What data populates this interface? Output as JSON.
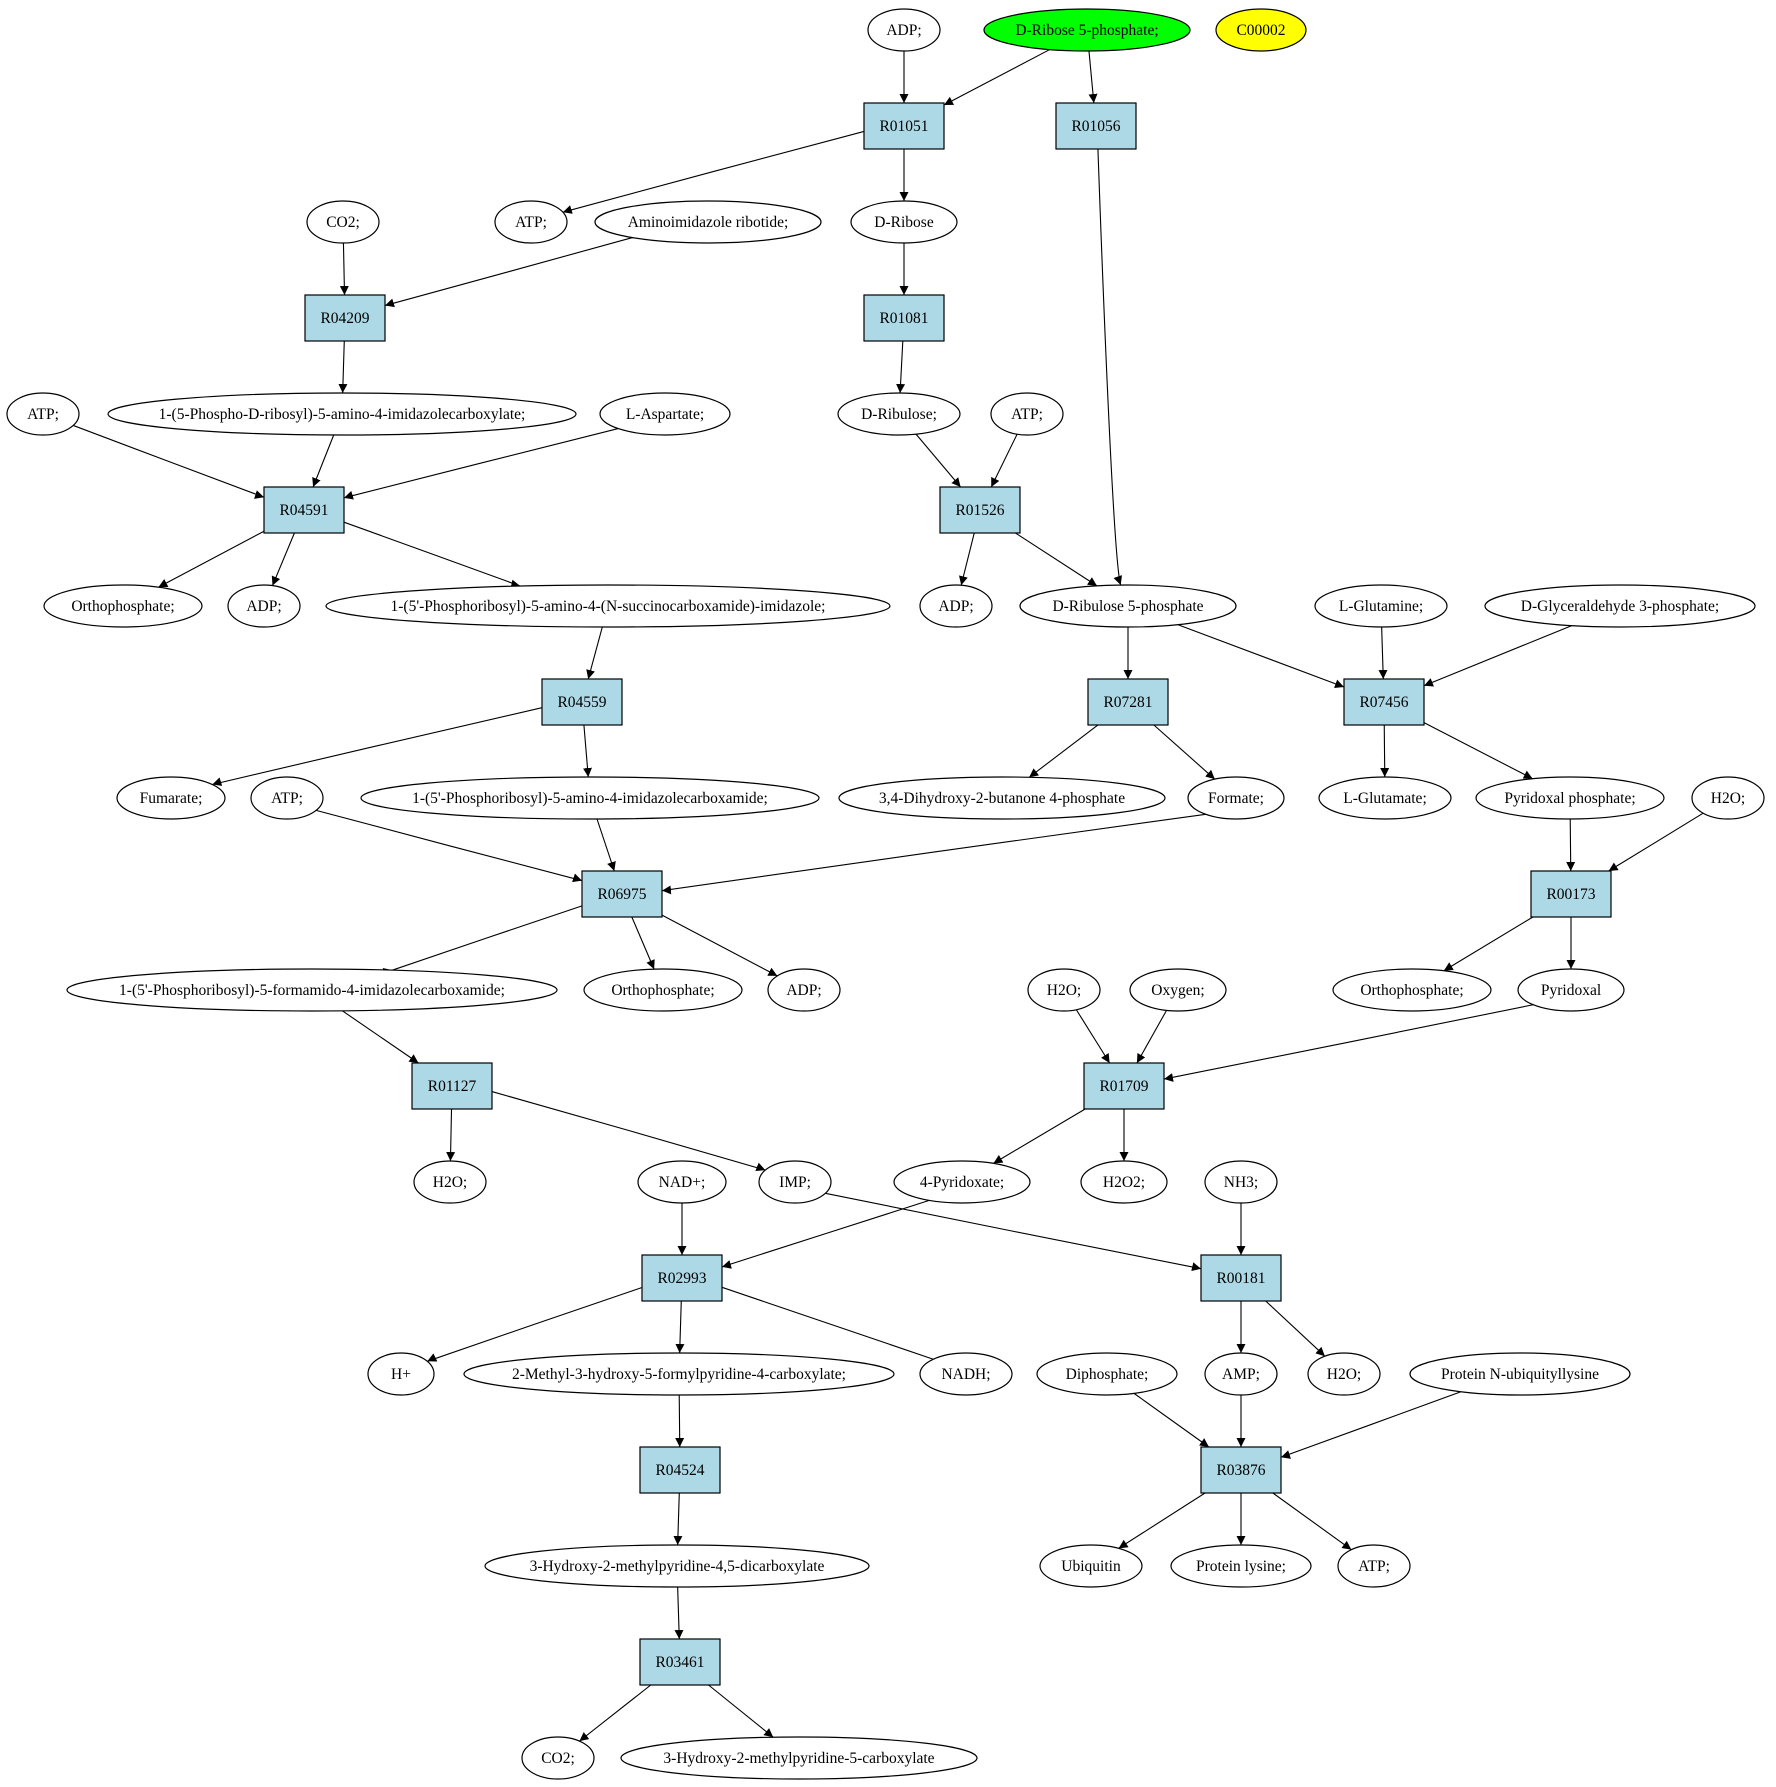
{
  "colors": {
    "reaction": "#add8e6",
    "compound": "#ffffff",
    "start": "#00ff00",
    "highlight": "#ffff00",
    "stroke": "#000000"
  },
  "nodes": [
    {
      "id": "adp_top",
      "label": "ADP;",
      "kind": "compound"
    },
    {
      "id": "dr5p",
      "label": "D-Ribose 5-phosphate;",
      "kind": "start"
    },
    {
      "id": "c00002",
      "label": "C00002",
      "kind": "highlight"
    },
    {
      "id": "R01051",
      "label": "R01051",
      "kind": "reaction"
    },
    {
      "id": "R01056",
      "label": "R01056",
      "kind": "reaction"
    },
    {
      "id": "co2_top",
      "label": "CO2;",
      "kind": "compound"
    },
    {
      "id": "atp_r01051",
      "label": "ATP;",
      "kind": "compound"
    },
    {
      "id": "air",
      "label": "Aminoimidazole ribotide;",
      "kind": "compound"
    },
    {
      "id": "dribose",
      "label": "D-Ribose",
      "kind": "compound"
    },
    {
      "id": "R04209",
      "label": "R04209",
      "kind": "reaction"
    },
    {
      "id": "R01081",
      "label": "R01081",
      "kind": "reaction"
    },
    {
      "id": "atp_left",
      "label": "ATP;",
      "kind": "compound"
    },
    {
      "id": "cair",
      "label": "1-(5-Phospho-D-ribosyl)-5-amino-4-imidazolecarboxylate;",
      "kind": "compound"
    },
    {
      "id": "laspartate",
      "label": "L-Aspartate;",
      "kind": "compound"
    },
    {
      "id": "dribulose",
      "label": "D-Ribulose;",
      "kind": "compound"
    },
    {
      "id": "atp_r01526",
      "label": "ATP;",
      "kind": "compound"
    },
    {
      "id": "R04591",
      "label": "R04591",
      "kind": "reaction"
    },
    {
      "id": "R01526",
      "label": "R01526",
      "kind": "reaction"
    },
    {
      "id": "pi_r04591",
      "label": "Orthophosphate;",
      "kind": "compound"
    },
    {
      "id": "adp_r04591",
      "label": "ADP;",
      "kind": "compound"
    },
    {
      "id": "saicar",
      "label": "1-(5'-Phosphoribosyl)-5-amino-4-(N-succinocarboxamide)-imidazole;",
      "kind": "compound"
    },
    {
      "id": "adp_r01526",
      "label": "ADP;",
      "kind": "compound"
    },
    {
      "id": "dru5p",
      "label": "D-Ribulose 5-phosphate",
      "kind": "compound"
    },
    {
      "id": "lglutamine",
      "label": "L-Glutamine;",
      "kind": "compound"
    },
    {
      "id": "g3p",
      "label": "D-Glyceraldehyde 3-phosphate;",
      "kind": "compound"
    },
    {
      "id": "R04559",
      "label": "R04559",
      "kind": "reaction"
    },
    {
      "id": "R07281",
      "label": "R07281",
      "kind": "reaction"
    },
    {
      "id": "R07456",
      "label": "R07456",
      "kind": "reaction"
    },
    {
      "id": "fumarate",
      "label": "Fumarate;",
      "kind": "compound"
    },
    {
      "id": "atp_r06975",
      "label": "ATP;",
      "kind": "compound"
    },
    {
      "id": "aicar",
      "label": "1-(5'-Phosphoribosyl)-5-amino-4-imidazolecarboxamide;",
      "kind": "compound"
    },
    {
      "id": "dhbp",
      "label": "3,4-Dihydroxy-2-butanone 4-phosphate",
      "kind": "compound"
    },
    {
      "id": "formate",
      "label": "Formate;",
      "kind": "compound"
    },
    {
      "id": "lglutamate",
      "label": "L-Glutamate;",
      "kind": "compound"
    },
    {
      "id": "plp",
      "label": "Pyridoxal phosphate;",
      "kind": "compound"
    },
    {
      "id": "h2o_r00173",
      "label": "H2O;",
      "kind": "compound"
    },
    {
      "id": "R06975",
      "label": "R06975",
      "kind": "reaction"
    },
    {
      "id": "R00173",
      "label": "R00173",
      "kind": "reaction"
    },
    {
      "id": "faicar",
      "label": "1-(5'-Phosphoribosyl)-5-formamido-4-imidazolecarboxamide;",
      "kind": "compound"
    },
    {
      "id": "pi_r06975",
      "label": "Orthophosphate;",
      "kind": "compound"
    },
    {
      "id": "adp_r06975",
      "label": "ADP;",
      "kind": "compound"
    },
    {
      "id": "h2o_r01709",
      "label": "H2O;",
      "kind": "compound"
    },
    {
      "id": "oxygen",
      "label": "Oxygen;",
      "kind": "compound"
    },
    {
      "id": "pi_r00173",
      "label": "Orthophosphate;",
      "kind": "compound"
    },
    {
      "id": "pyridoxal",
      "label": "Pyridoxal",
      "kind": "compound"
    },
    {
      "id": "R01127",
      "label": "R01127",
      "kind": "reaction"
    },
    {
      "id": "R01709",
      "label": "R01709",
      "kind": "reaction"
    },
    {
      "id": "h2o_r01127",
      "label": "H2O;",
      "kind": "compound"
    },
    {
      "id": "nadp",
      "label": "NAD+;",
      "kind": "compound"
    },
    {
      "id": "imp",
      "label": "IMP;",
      "kind": "compound"
    },
    {
      "id": "pyridoxate",
      "label": "4-Pyridoxate;",
      "kind": "compound"
    },
    {
      "id": "h2o2",
      "label": "H2O2;",
      "kind": "compound"
    },
    {
      "id": "nh3",
      "label": "NH3;",
      "kind": "compound"
    },
    {
      "id": "R02993",
      "label": "R02993",
      "kind": "reaction"
    },
    {
      "id": "R00181",
      "label": "R00181",
      "kind": "reaction"
    },
    {
      "id": "hplus",
      "label": "H+",
      "kind": "compound"
    },
    {
      "id": "mhfpc",
      "label": "2-Methyl-3-hydroxy-5-formylpyridine-4-carboxylate;",
      "kind": "compound"
    },
    {
      "id": "nadh",
      "label": "NADH;",
      "kind": "compound"
    },
    {
      "id": "diphosphate",
      "label": "Diphosphate;",
      "kind": "compound"
    },
    {
      "id": "amp",
      "label": "AMP;",
      "kind": "compound"
    },
    {
      "id": "h2o_r00181",
      "label": "H2O;",
      "kind": "compound"
    },
    {
      "id": "protubi",
      "label": "Protein N-ubiquityllysine",
      "kind": "compound"
    },
    {
      "id": "R04524",
      "label": "R04524",
      "kind": "reaction"
    },
    {
      "id": "R03876",
      "label": "R03876",
      "kind": "reaction"
    },
    {
      "id": "hmpdc",
      "label": "3-Hydroxy-2-methylpyridine-4,5-dicarboxylate",
      "kind": "compound"
    },
    {
      "id": "ubiquitin",
      "label": "Ubiquitin",
      "kind": "compound"
    },
    {
      "id": "proteinlys",
      "label": "Protein lysine;",
      "kind": "compound"
    },
    {
      "id": "atp_r03876",
      "label": "ATP;",
      "kind": "compound"
    },
    {
      "id": "R03461",
      "label": "R03461",
      "kind": "reaction"
    },
    {
      "id": "co2_bottom",
      "label": "CO2;",
      "kind": "compound"
    },
    {
      "id": "hmpc",
      "label": "3-Hydroxy-2-methylpyridine-5-carboxylate",
      "kind": "compound"
    }
  ],
  "edges": [
    [
      "adp_top",
      "R01051"
    ],
    [
      "dr5p",
      "R01051"
    ],
    [
      "dr5p",
      "R01056"
    ],
    [
      "R01051",
      "atp_r01051"
    ],
    [
      "R01051",
      "dribose"
    ],
    [
      "R01056",
      "dru5p"
    ],
    [
      "co2_top",
      "R04209"
    ],
    [
      "air",
      "R04209"
    ],
    [
      "dribose",
      "R01081"
    ],
    [
      "R04209",
      "cair"
    ],
    [
      "R01081",
      "dribulose"
    ],
    [
      "atp_left",
      "R04591"
    ],
    [
      "cair",
      "R04591"
    ],
    [
      "laspartate",
      "R04591"
    ],
    [
      "dribulose",
      "R01526"
    ],
    [
      "atp_r01526",
      "R01526"
    ],
    [
      "R04591",
      "pi_r04591"
    ],
    [
      "R04591",
      "adp_r04591"
    ],
    [
      "R04591",
      "saicar"
    ],
    [
      "R01526",
      "adp_r01526"
    ],
    [
      "R01526",
      "dru5p"
    ],
    [
      "saicar",
      "R04559"
    ],
    [
      "dru5p",
      "R07281"
    ],
    [
      "dru5p",
      "R07456"
    ],
    [
      "lglutamine",
      "R07456"
    ],
    [
      "g3p",
      "R07456"
    ],
    [
      "R04559",
      "fumarate"
    ],
    [
      "R04559",
      "aicar"
    ],
    [
      "R07281",
      "dhbp"
    ],
    [
      "R07281",
      "formate"
    ],
    [
      "R07456",
      "lglutamate"
    ],
    [
      "R07456",
      "plp"
    ],
    [
      "atp_r06975",
      "R06975"
    ],
    [
      "aicar",
      "R06975"
    ],
    [
      "formate",
      "R06975"
    ],
    [
      "plp",
      "R00173"
    ],
    [
      "h2o_r00173",
      "R00173"
    ],
    [
      "R06975",
      "faicar"
    ],
    [
      "R06975",
      "pi_r06975"
    ],
    [
      "R06975",
      "adp_r06975"
    ],
    [
      "R00173",
      "pi_r00173"
    ],
    [
      "R00173",
      "pyridoxal"
    ],
    [
      "faicar",
      "R01127"
    ],
    [
      "h2o_r01709",
      "R01709"
    ],
    [
      "oxygen",
      "R01709"
    ],
    [
      "pyridoxal",
      "R01709"
    ],
    [
      "R01127",
      "h2o_r01127"
    ],
    [
      "R01127",
      "imp"
    ],
    [
      "R01709",
      "pyridoxate"
    ],
    [
      "R01709",
      "h2o2"
    ],
    [
      "nadp",
      "R02993"
    ],
    [
      "pyridoxate",
      "R02993"
    ],
    [
      "imp",
      "R00181"
    ],
    [
      "nh3",
      "R00181"
    ],
    [
      "R02993",
      "hplus"
    ],
    [
      "R02993",
      "mhfpc"
    ],
    [
      "R02993",
      "nadh"
    ],
    [
      "R00181",
      "amp"
    ],
    [
      "R00181",
      "h2o_r00181"
    ],
    [
      "mhfpc",
      "R04524"
    ],
    [
      "diphosphate",
      "R03876"
    ],
    [
      "amp",
      "R03876"
    ],
    [
      "protubi",
      "R03876"
    ],
    [
      "R04524",
      "hmpdc"
    ],
    [
      "R03876",
      "ubiquitin"
    ],
    [
      "R03876",
      "proteinlys"
    ],
    [
      "R03876",
      "atp_r03876"
    ],
    [
      "hmpdc",
      "R03461"
    ],
    [
      "R03461",
      "co2_bottom"
    ],
    [
      "R03461",
      "hmpc"
    ]
  ]
}
